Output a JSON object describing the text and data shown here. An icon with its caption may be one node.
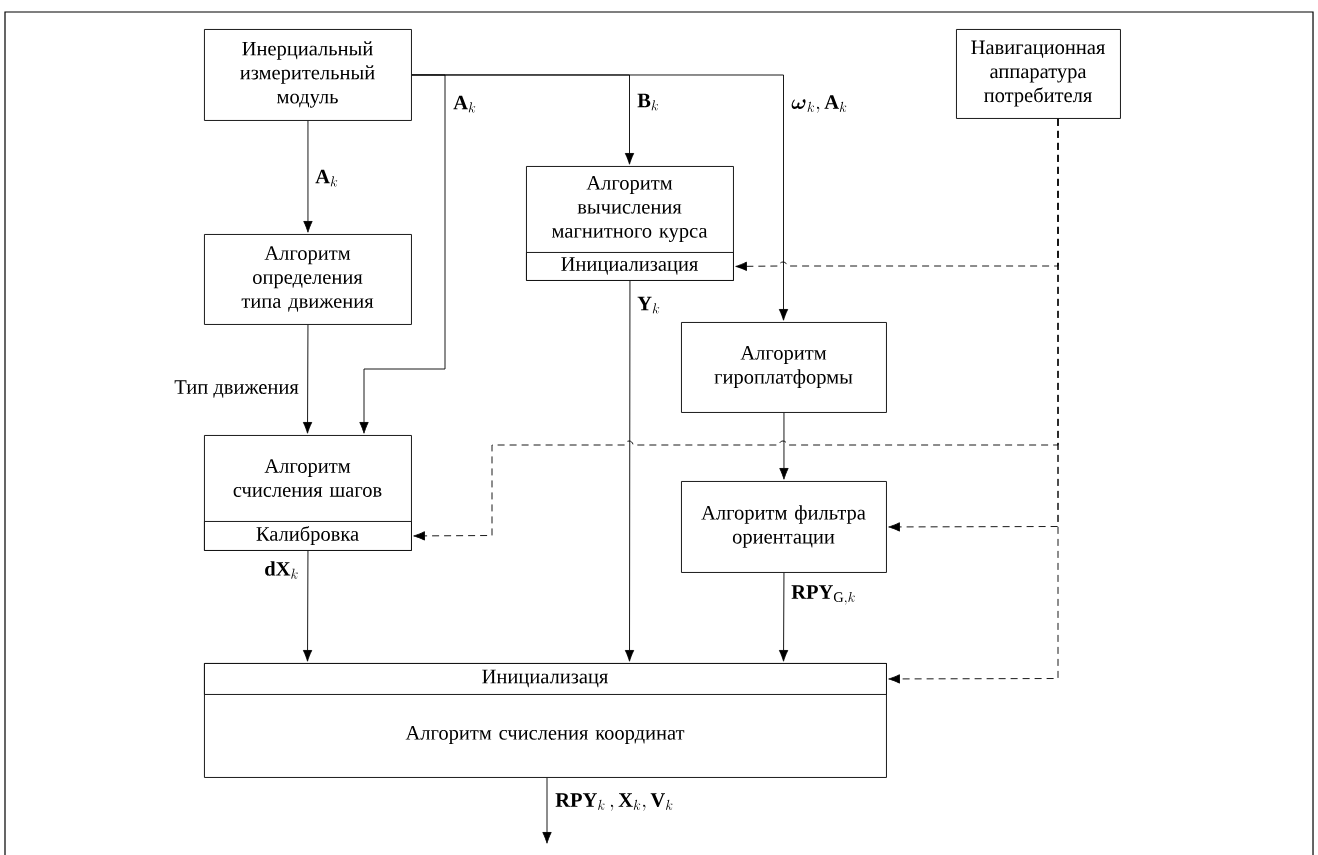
{
  "diagram": {
    "nodes": [
      {
        "text": [
          "Инерциальный измерительный модуль"
        ]
      },
      {
        "text": [
          "Навигационная аппаратура потребителя"
        ]
      },
      {
        "text": [
          "Алгоритм определения типа движения"
        ]
      },
      {
        "text": [
          "Алгоритм вычисления магнитного курса"
        ]
      },
      {
        "text": [
          "Инициализация"
        ],
        "in": 3
      },
      {
        "text": [
          "Алгоритм гироплатформы"
        ]
      },
      {
        "text": [
          "Алгоритм счисления шагов"
        ]
      },
      {
        "text": [
          "Калибровка"
        ],
        "in": 6
      },
      {
        "text": [
          "Алгоритм фильтра ориентации"
        ]
      },
      {
        "text": [
          "Алгоритм счисления координат"
        ]
      },
      {
        "text": [
          "Инициализаця"
        ],
        "in": 9
      }
    ],
    "edges": [
      {
        "from": 0,
        "to": 2,
        "arrow": "to",
        "label": "\\mathbf{A}_k"
      },
      {
        "from": 0,
        "to": 6,
        "arrow": "to",
        "label": "\\mathbf{A}_k"
      },
      {
        "from": 0,
        "to": 3,
        "arrow": "to",
        "label": "\\mathbf{B}_k"
      },
      {
        "from": 0,
        "to": 5,
        "arrow": "to",
        "label": "\\boldsymbol{\\omega}_k, \\mathbf{A}_k"
      },
      {
        "from": 2,
        "to": 6,
        "arrow": "to",
        "label": "Тип движения"
      },
      {
        "from": 3,
        "to": 9,
        "arrow": "to",
        "label": "\\mathbf{Y}_k"
      },
      {
        "from": 5,
        "to": 8,
        "arrow": "to"
      },
      {
        "from": 6,
        "to": 9,
        "arrow": "to",
        "label": "\\mathbf{dX}_k"
      },
      {
        "from": 8,
        "to": 9,
        "arrow": "to",
        "label": "\\mathbf{RPY}_{\\mathrm{G},k}"
      },
      {
        "from": 9,
        "to": null,
        "arrow": "to",
        "label": "\\mathbf{RPY}_k\\,, \\mathbf{X}_k, \\mathbf{V}_k"
      },
      {
        "from": 1,
        "to": 4,
        "arrow": "to",
        "style": "dashed"
      },
      {
        "from": 1,
        "to": 7,
        "arrow": "to",
        "style": "dashed"
      },
      {
        "from": 1,
        "to": 8,
        "arrow": "to",
        "style": "dashed"
      },
      {
        "from": 1,
        "to": 10,
        "arrow": "to",
        "style": "dashed"
      }
    ]
  }
}
